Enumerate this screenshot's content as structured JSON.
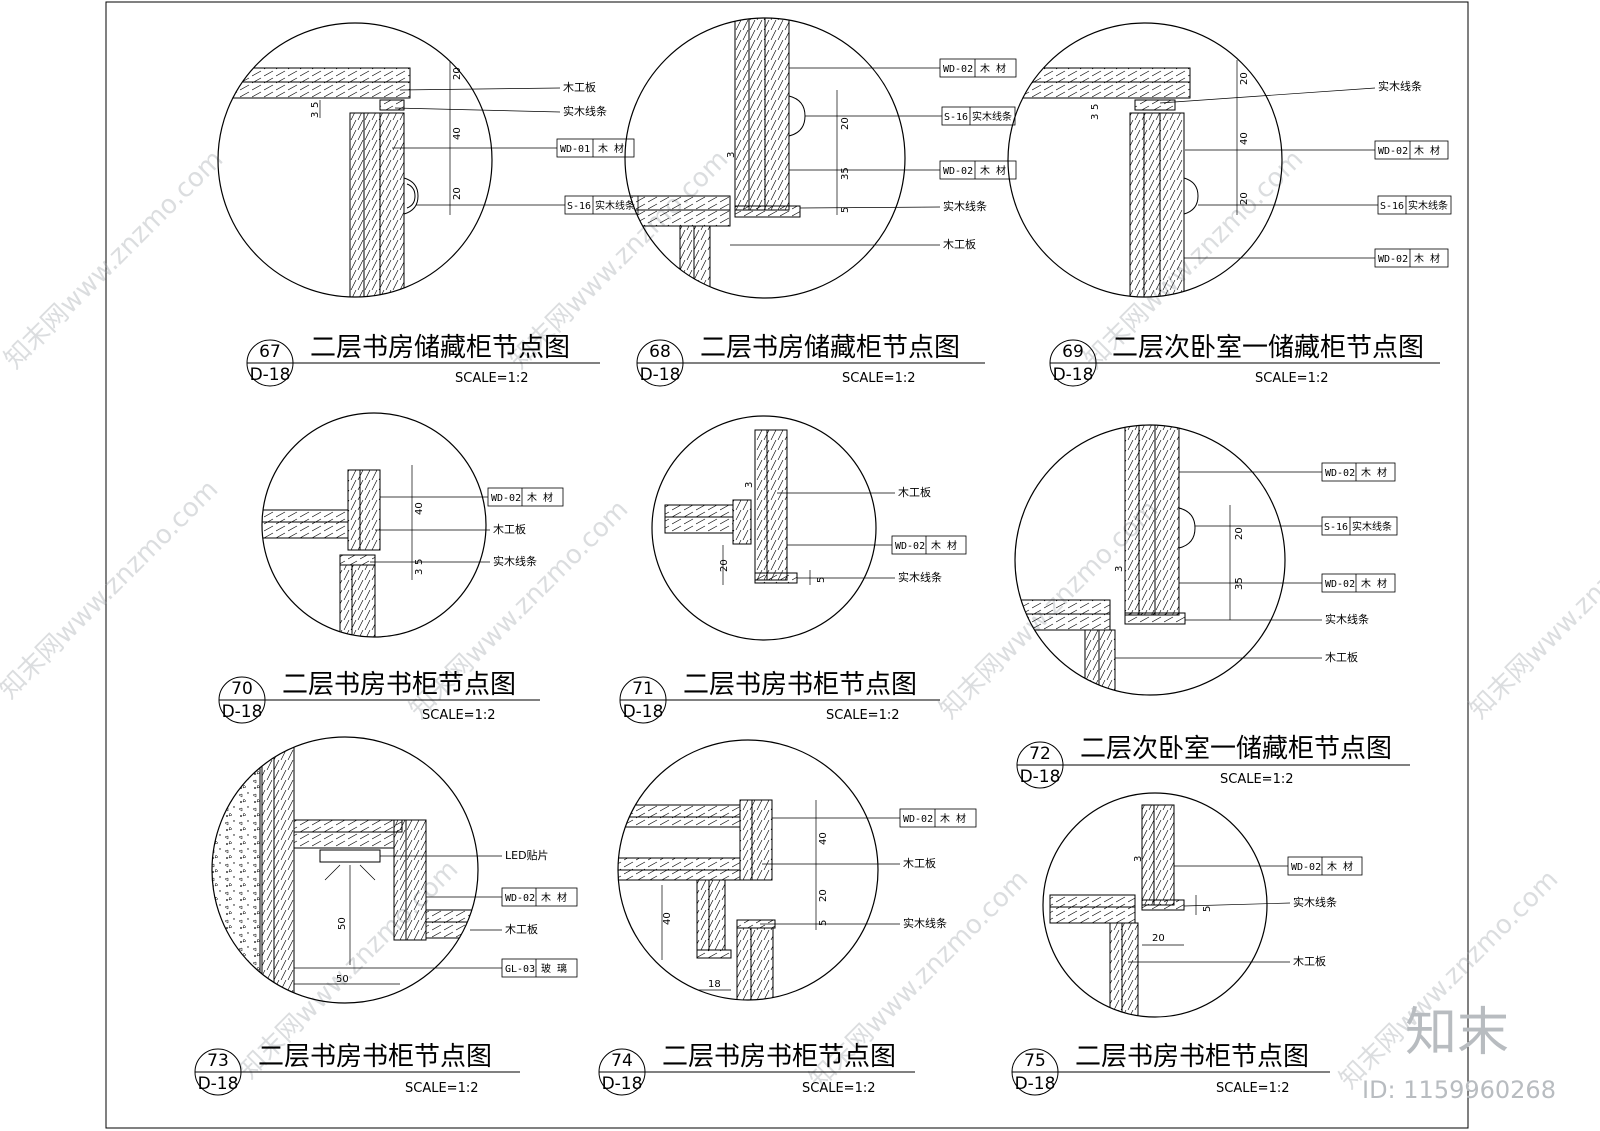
{
  "sheet": {
    "brand": "知末",
    "id_text": "ID: 1159960268",
    "watermark": "知末网www.znzmo.com"
  },
  "details": [
    {
      "num": "67",
      "sheet": "D-18",
      "title": "二层书房储藏柜节点图",
      "scale": "SCALE=1:2",
      "labels": [
        "木工板",
        "实木线条"
      ],
      "tags": [
        [
          "WD-01",
          "木 材"
        ],
        [
          "S-16",
          "实木线条"
        ]
      ],
      "dims": [
        "20",
        "40",
        "20",
        "5",
        "3"
      ]
    },
    {
      "num": "68",
      "sheet": "D-18",
      "title": "二层书房储藏柜节点图",
      "scale": "SCALE=1:2",
      "labels": [
        "实木线条",
        "木工板"
      ],
      "tags": [
        [
          "WD-02",
          "木 材"
        ],
        [
          "S-16",
          "实木线条"
        ],
        [
          "WD-02",
          "木 材"
        ]
      ],
      "dims": [
        "20",
        "35",
        "5",
        "3"
      ]
    },
    {
      "num": "69",
      "sheet": "D-18",
      "title": "二层次卧室一储藏柜节点图",
      "scale": "SCALE=1:2",
      "labels": [
        "实木线条"
      ],
      "tags": [
        [
          "WD-02",
          "木 材"
        ],
        [
          "S-16",
          "实木线条"
        ],
        [
          "WD-02",
          "木 材"
        ]
      ],
      "dims": [
        "20",
        "40",
        "20",
        "5",
        "3"
      ]
    },
    {
      "num": "70",
      "sheet": "D-18",
      "title": "二层书房书柜节点图",
      "scale": "SCALE=1:2",
      "labels": [
        "木工板",
        "实木线条"
      ],
      "tags": [
        [
          "WD-02",
          "木 材"
        ]
      ],
      "dims": [
        "40",
        "5",
        "3"
      ]
    },
    {
      "num": "71",
      "sheet": "D-18",
      "title": "二层书房书柜节点图",
      "scale": "SCALE=1:2",
      "labels": [
        "木工板",
        "实木线条"
      ],
      "tags": [
        [
          "WD-02",
          "木 材"
        ]
      ],
      "dims": [
        "20",
        "5",
        "3"
      ]
    },
    {
      "num": "72",
      "sheet": "D-18",
      "title": "二层次卧室一储藏柜节点图",
      "scale": "SCALE=1:2",
      "labels": [
        "实木线条",
        "木工板"
      ],
      "tags": [
        [
          "WD-02",
          "木 材"
        ],
        [
          "S-16",
          "实木线条"
        ],
        [
          "WD-02",
          "木 材"
        ]
      ],
      "dims": [
        "20",
        "35",
        "3"
      ]
    },
    {
      "num": "73",
      "sheet": "D-18",
      "title": "二层书房书柜节点图",
      "scale": "SCALE=1:2",
      "labels": [
        "LED贴片",
        "木工板"
      ],
      "tags": [
        [
          "WD-02",
          "木 材"
        ],
        [
          "GL-03",
          "玻 璃"
        ]
      ],
      "dims": [
        "50",
        "50"
      ]
    },
    {
      "num": "74",
      "sheet": "D-18",
      "title": "二层书房书柜节点图",
      "scale": "SCALE=1:2",
      "labels": [
        "木工板",
        "实木线条"
      ],
      "tags": [
        [
          "WD-02",
          "木 材"
        ]
      ],
      "dims": [
        "40",
        "20",
        "5",
        "40",
        "18"
      ]
    },
    {
      "num": "75",
      "sheet": "D-18",
      "title": "二层书房书柜节点图",
      "scale": "SCALE=1:2",
      "labels": [
        "实木线条",
        "木工板"
      ],
      "tags": [
        [
          "WD-02",
          "木 材"
        ]
      ],
      "dims": [
        "5",
        "20",
        "3"
      ]
    }
  ]
}
